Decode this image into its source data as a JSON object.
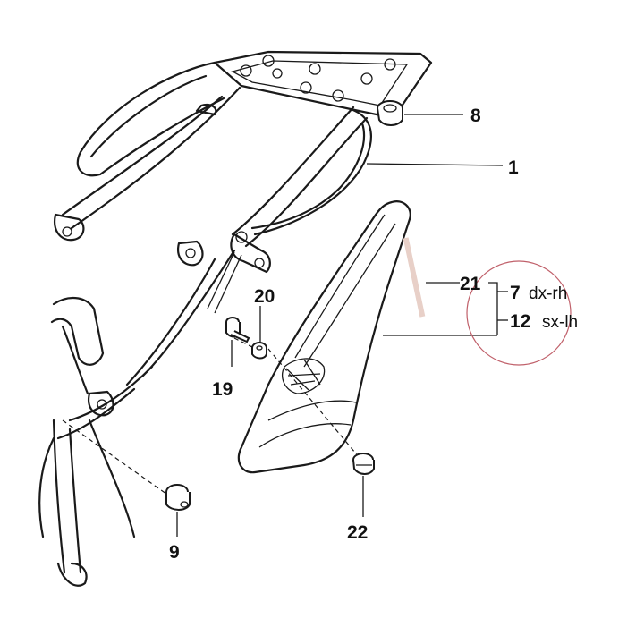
{
  "callouts": {
    "p1": "1",
    "p8": "8",
    "p9": "9",
    "p19": "19",
    "p20": "20",
    "p21": "21",
    "p22": "22"
  },
  "variants": [
    {
      "qty": "7",
      "side": "dx-rh"
    },
    {
      "qty": "12",
      "side": "sx-lh"
    }
  ],
  "colors": {
    "line": "#1a1a1a",
    "highlight_circle": "#c0606a"
  }
}
